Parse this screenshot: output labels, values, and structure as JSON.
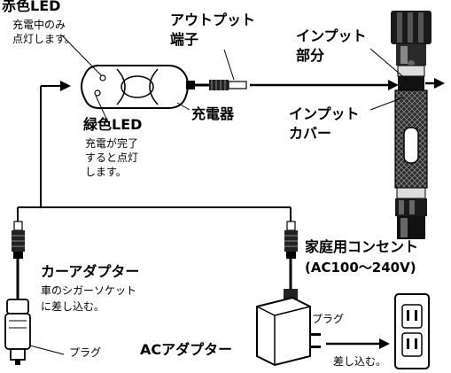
{
  "labels": {
    "red_led": "赤色LED",
    "red_led_desc_1": "充電中のみ",
    "red_led_desc_2": "点灯します。",
    "output_terminal_1": "アウトプット",
    "output_terminal_2": "端子",
    "input_part_1": "インプット",
    "input_part_2": "部分",
    "charger": "充電器",
    "input_cover_1": "インプット",
    "input_cover_2": "カバー",
    "green_led": "緑色LED",
    "green_led_desc_1": "充電が完了",
    "green_led_desc_2": "すると点灯",
    "green_led_desc_3": "します。",
    "outlet_1": "家庭用コンセント",
    "outlet_2": "(AC100〜240V)",
    "car_adapter": "カーアダプター",
    "car_adapter_desc_1": "車のシガーソケット",
    "car_adapter_desc_2": "に差し込む。",
    "plug_ac": "プラグ",
    "plug_car": "プラグ",
    "ac_adapter": "ACアダプター",
    "insert": "差し込む。"
  }
}
